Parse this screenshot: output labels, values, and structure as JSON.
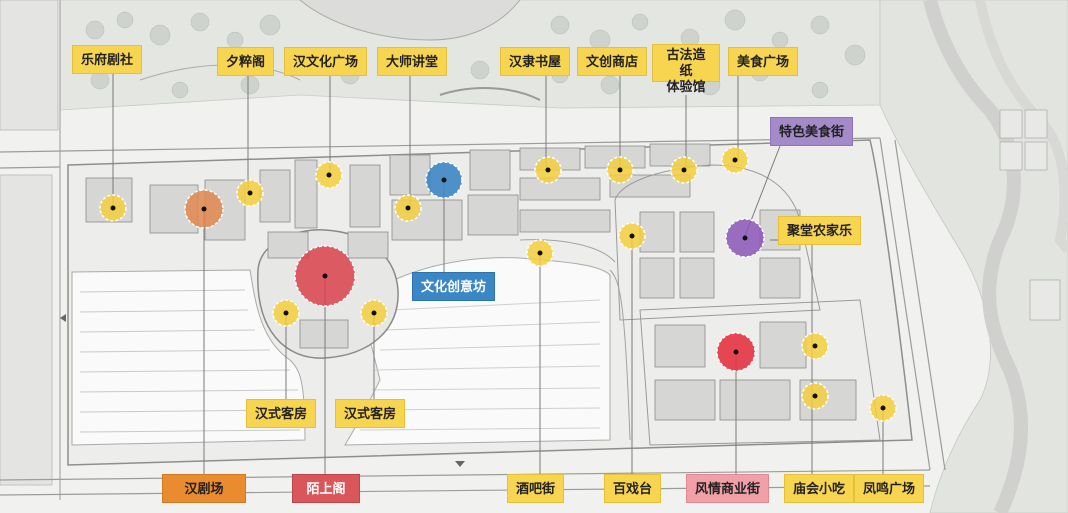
{
  "map": {
    "labels": {
      "lefu": "乐府剧社",
      "xicui": "夕粹阁",
      "hanculture": "汉文化广场",
      "dashi": "大师讲堂",
      "hanli": "汉隶书屋",
      "wenchuang": "文创商店",
      "gufa": "古法造纸\n体验馆",
      "meishi": "美食广场",
      "tese": "特色美食街",
      "wenhua_chuangyi": "文化创意坊",
      "jutang": "聚堂农家乐",
      "kefang1": "汉式客房",
      "kefang2": "汉式客房",
      "hanjuchang": "汉剧场",
      "moshang": "陌上阁",
      "jiuba": "酒吧街",
      "baixi": "百戏台",
      "fengqing": "风情商业街",
      "miaohui": "庙会小吃",
      "fengming": "凤鸣广场"
    },
    "colors": {
      "yellow": "#f7d550",
      "orange": "#e98b2e",
      "red": "#d9575b",
      "blue": "#3b86c4",
      "purple": "#a48ac9",
      "pink": "#f0a0a6"
    }
  }
}
